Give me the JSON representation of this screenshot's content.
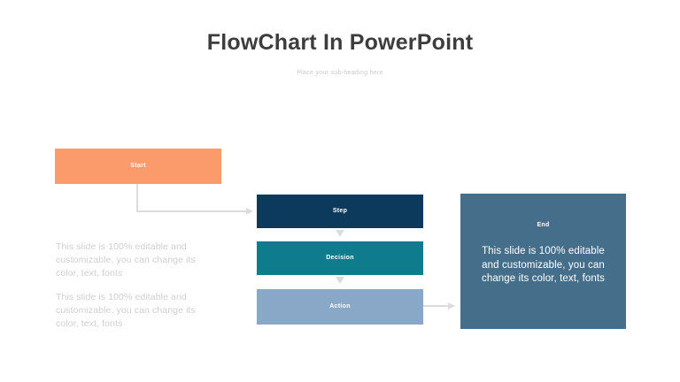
{
  "header": {
    "title": "FlowChart In PowerPoint",
    "subtitle": "Place your sub-heading here"
  },
  "colors": {
    "background": "#ffffff",
    "title_text": "#3d3d3d",
    "subtitle_text": "#c9c9c9",
    "body_text": "#cfcfcf",
    "start": "#fb9a6b",
    "step": "#0b3a5d",
    "decision": "#0e7c8c",
    "action": "#89a8c8",
    "end": "#456e8a",
    "connector": "#dcdcdc"
  },
  "nodes": [
    {
      "id": "start",
      "label": "Start",
      "body": ""
    },
    {
      "id": "step",
      "label": "Step",
      "body": ""
    },
    {
      "id": "decision",
      "label": "Decision",
      "body": ""
    },
    {
      "id": "action",
      "label": "Action",
      "body": ""
    },
    {
      "id": "end",
      "label": "End",
      "body": "This slide is 100% editable and customizable, you can change its color, text, fonts"
    }
  ],
  "descriptions": [
    {
      "text": "This slide is 100% editable and customizable, you can change its color, text, fonts"
    },
    {
      "text": "This slide is 100% editable and customizable, you can change its color, text, fonts"
    }
  ]
}
